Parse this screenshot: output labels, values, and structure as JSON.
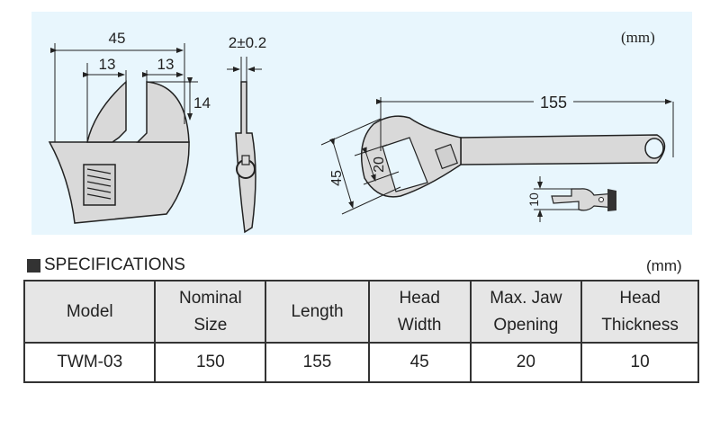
{
  "diagram": {
    "unit_label": "(mm)",
    "front_view": {
      "overall_width": "45",
      "jaw_left_width": "13",
      "jaw_right_width": "13",
      "jaw_depth": "14"
    },
    "side_view": {
      "thickness_tolerance": "2±0.2"
    },
    "full_view": {
      "length": "155",
      "head_width": "45",
      "max_jaw_opening": "20",
      "head_thickness": "10"
    }
  },
  "specifications": {
    "title": "SPECIFICATIONS",
    "unit": "(mm)",
    "headers": [
      {
        "line1": "Model",
        "line2": ""
      },
      {
        "line1": "Nominal",
        "line2": "Size"
      },
      {
        "line1": "Length",
        "line2": ""
      },
      {
        "line1": "Head",
        "line2": "Width"
      },
      {
        "line1": "Max. Jaw",
        "line2": "Opening"
      },
      {
        "line1": "Head",
        "line2": "Thickness"
      }
    ],
    "rows": [
      [
        "TWM-03",
        "150",
        "155",
        "45",
        "20",
        "10"
      ]
    ]
  },
  "colors": {
    "panel_bg": "#e8f6fd",
    "tool_fill": "#d9d9d9",
    "header_bg": "#e6e6e6",
    "line": "#222222"
  }
}
